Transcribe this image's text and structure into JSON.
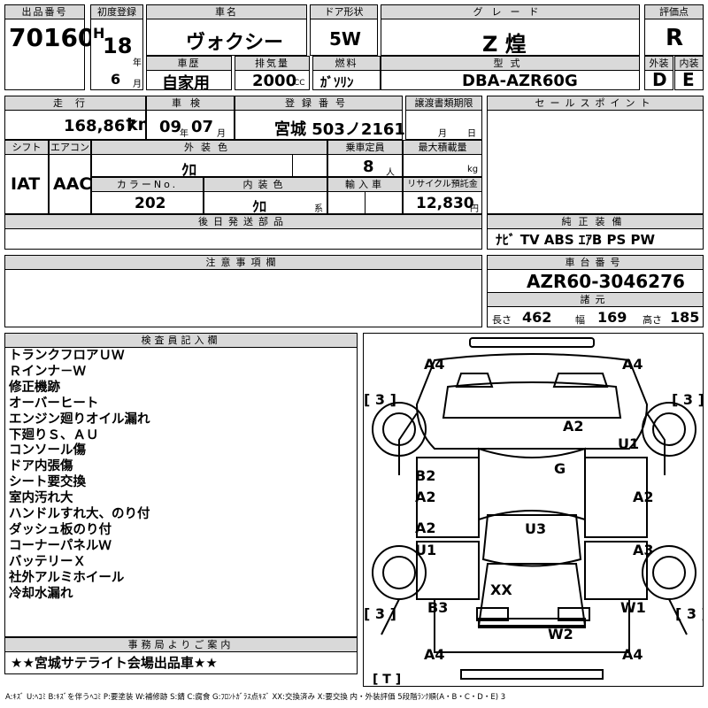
{
  "header": {
    "lot_label": "出品番号",
    "lot_no": "70160",
    "reg_label": "初度登録",
    "era": "H",
    "year": "18",
    "year_unit": "年",
    "month": "6",
    "month_unit": "月",
    "name_label": "車名",
    "name": "ヴォクシー",
    "doors_label": "ドア形状",
    "doors": "5W",
    "grade_label": "グレード",
    "grade": "Z 煌",
    "score_label": "評価点",
    "score": "R",
    "history_label": "車歴",
    "history": "自家用",
    "cc_label": "排気量",
    "cc": "2000",
    "cc_unit": "CC",
    "fuel_label": "燃料",
    "fuel": "ｶﾞｿﾘﾝ",
    "model_label": "型式",
    "model": "DBA-AZR60G",
    "ext_label": "外装",
    "ext": "D",
    "int_label": "内装",
    "int": "E"
  },
  "row2": {
    "mileage_label": "走行",
    "mileage": "168,867",
    "mileage_unit": "km",
    "inspect_label": "車検",
    "inspect_y": "09",
    "inspect_y_unit": "年",
    "inspect_m": "07",
    "inspect_m_unit": "月",
    "plate_label": "登録番号",
    "plate": "宮城 503ノ2161",
    "transfer_label": "譲渡書類期限",
    "transfer_m": "月",
    "transfer_d": "日",
    "shift_label": "シフト",
    "shift": "IAT",
    "ac_label": "エアコン",
    "ac": "AAC",
    "color_label": "外装色",
    "color": "ｸﾛ",
    "capacity_label": "乗車定員",
    "capacity": "8",
    "capacity_unit": "人",
    "load_label": "最大積載量",
    "load_unit": "kg",
    "colorno_label": "カラーNo.",
    "colorno": "202",
    "intcolor_label": "内装色",
    "intcolor": "ｸﾛ",
    "intcolor_unit": "系",
    "import_label": "輸入車",
    "recycle_label": "リサイクル預託金",
    "recycle": "12,830",
    "recycle_unit": "円"
  },
  "sales": {
    "label": "セールスポイント"
  },
  "later": {
    "label": "後日発送部品"
  },
  "equip": {
    "label": "純正装備",
    "items": "ﾅﾋﾞ TV ABS ｴｱB PS PW"
  },
  "notes": {
    "label": "注意事項欄"
  },
  "chassis": {
    "label": "車台番号",
    "value": "AZR60-3046276"
  },
  "dims": {
    "label": "諸元",
    "len_label": "長さ",
    "len": "462",
    "wid_label": "幅",
    "wid": "169",
    "hei_label": "高さ",
    "hei": "185"
  },
  "inspector": {
    "label": "検査員記入欄",
    "lines": [
      "トランクフロアＵＷ",
      "Ｒインナ－Ｗ",
      "修正機跡",
      "オーバーヒート",
      "エンジン廻りオイル漏れ",
      "下廻りＳ、ＡＵ",
      "コンソール傷",
      "ドア内張傷",
      "シート要交換",
      "室内汚れ大",
      "ハンドルすれ大、のり付",
      "ダッシュ板のり付",
      "コーナーパネルＷ",
      "バッテリーＸ",
      "社外アルミホイール",
      "冷却水漏れ"
    ]
  },
  "office": {
    "label": "事務局よりご案内",
    "text": "★★宮城サテライト会場出品車★★"
  },
  "diagram": {
    "marks": {
      "fl": "A4",
      "fr": "A4",
      "rl": "A4",
      "rr": "A4",
      "tl": "[ 3 ]",
      "tr": "[ 3 ]",
      "bl": "[ 3 ]",
      "br": "[ 3 ]",
      "hood": "A2",
      "fender_r": "U1",
      "roof": "G",
      "b2": "B2",
      "ldoor1": "A2",
      "rdoor1": "A2",
      "ldoor2": "A2",
      "u1": "U1",
      "roof2": "U3",
      "rdoor2": "A3",
      "xx": "XX",
      "b3": "B3",
      "w1": "W1",
      "w2": "W2",
      "trunk": "[ T ]"
    }
  },
  "legend": "A:ｷｽﾞ U:ﾍｺﾐ B:ｷｽﾞを伴うﾍｺﾐ P:要塗装 W:補修跡 S:錆 C:腐食 G:ﾌﾛﾝﾄｶﾞﾗｽ点ｷｽﾞ XX:交換済み X:要交換 内・外装評価 5段階ﾗﾝｸ順(A・B・C・D・E) 3"
}
